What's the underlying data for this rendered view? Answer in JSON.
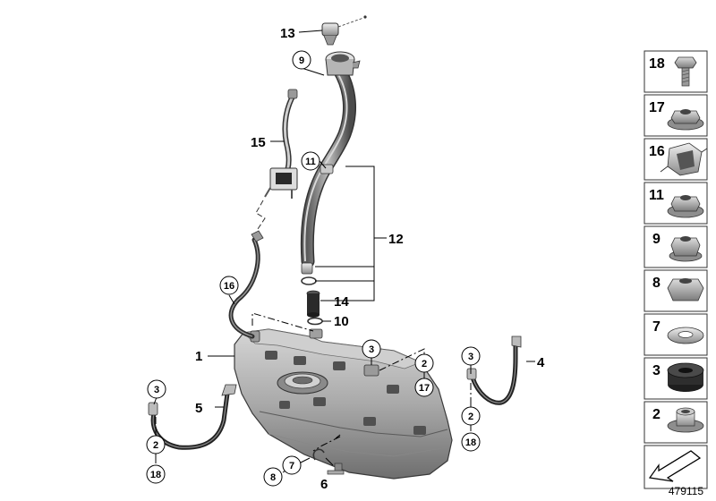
{
  "diagram": {
    "callouts": {
      "c1": "1",
      "c4": "4",
      "c5": "5",
      "c6": "6",
      "c10": "10",
      "c12": "12",
      "c13": "13",
      "c14": "14",
      "c15": "15"
    },
    "circled": {
      "k9": "9",
      "k11": "11",
      "k16": "16",
      "k3a": "3",
      "k2a": "2",
      "k18a": "18",
      "k3b": "3",
      "k2b": "2",
      "k17b": "17",
      "k3c": "3",
      "k2c": "2",
      "k18c": "18",
      "k8": "8",
      "k7": "7"
    },
    "parts_panel": [
      "18",
      "17",
      "16",
      "11",
      "9",
      "8",
      "7",
      "3",
      "2"
    ],
    "reference_number": "479115"
  }
}
